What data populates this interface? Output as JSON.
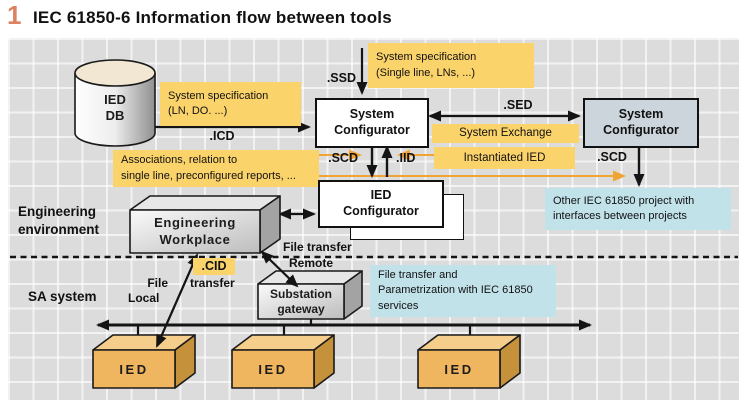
{
  "title": {
    "number": "1",
    "text": "IEC 61850-6 Information flow between tools"
  },
  "regions": {
    "engineering": "Engineering\nenvironment",
    "sa": "SA system"
  },
  "nodes": {
    "ied_db": "IED\nDB",
    "sys_conf_left": "System\nConfigurator",
    "sys_conf_right": "System\nConfigurator",
    "ied_conf": "IED\nConfigurator",
    "workplace": "Engineering\nWorkplace",
    "gateway": "Substation\ngateway",
    "ied1": "IED",
    "ied2": "IED",
    "ied3": "IED"
  },
  "files": {
    "icd": ".ICD",
    "ssd": ".SSD",
    "sed": ".SED",
    "scd_mid": ".SCD",
    "iid": ".IID",
    "scd_right": ".SCD",
    "cid": ".CID"
  },
  "notes": {
    "spec_ln": "System specification\n(LN, DO. ...)",
    "spec_sl": "System specification\n(Single line, LNs, ...)",
    "exchange": "System Exchange",
    "instantiated": "Instantiated IED",
    "associations": "Associations, relation to\nsingle line, preconfigured reports, ...",
    "other_project": "Other IEC 61850 project with\ninterfaces between projects",
    "param": "File transfer and\nParametrization with IEC 61850\nservices"
  },
  "transfer": {
    "remote_l1": "File transfer",
    "remote_l2": "Remote",
    "local_l1": "File",
    "local_l2": "transfer",
    "local_l3": "Local"
  },
  "colors": {
    "note_yellow": "#FBD36B",
    "note_cyan": "#C2E2EA",
    "orange_arrow": "#F0A433",
    "configurator_gray": "#CBD5DB",
    "figure_number_accent": "#DD8163",
    "ied_box": "#EFB65F"
  }
}
